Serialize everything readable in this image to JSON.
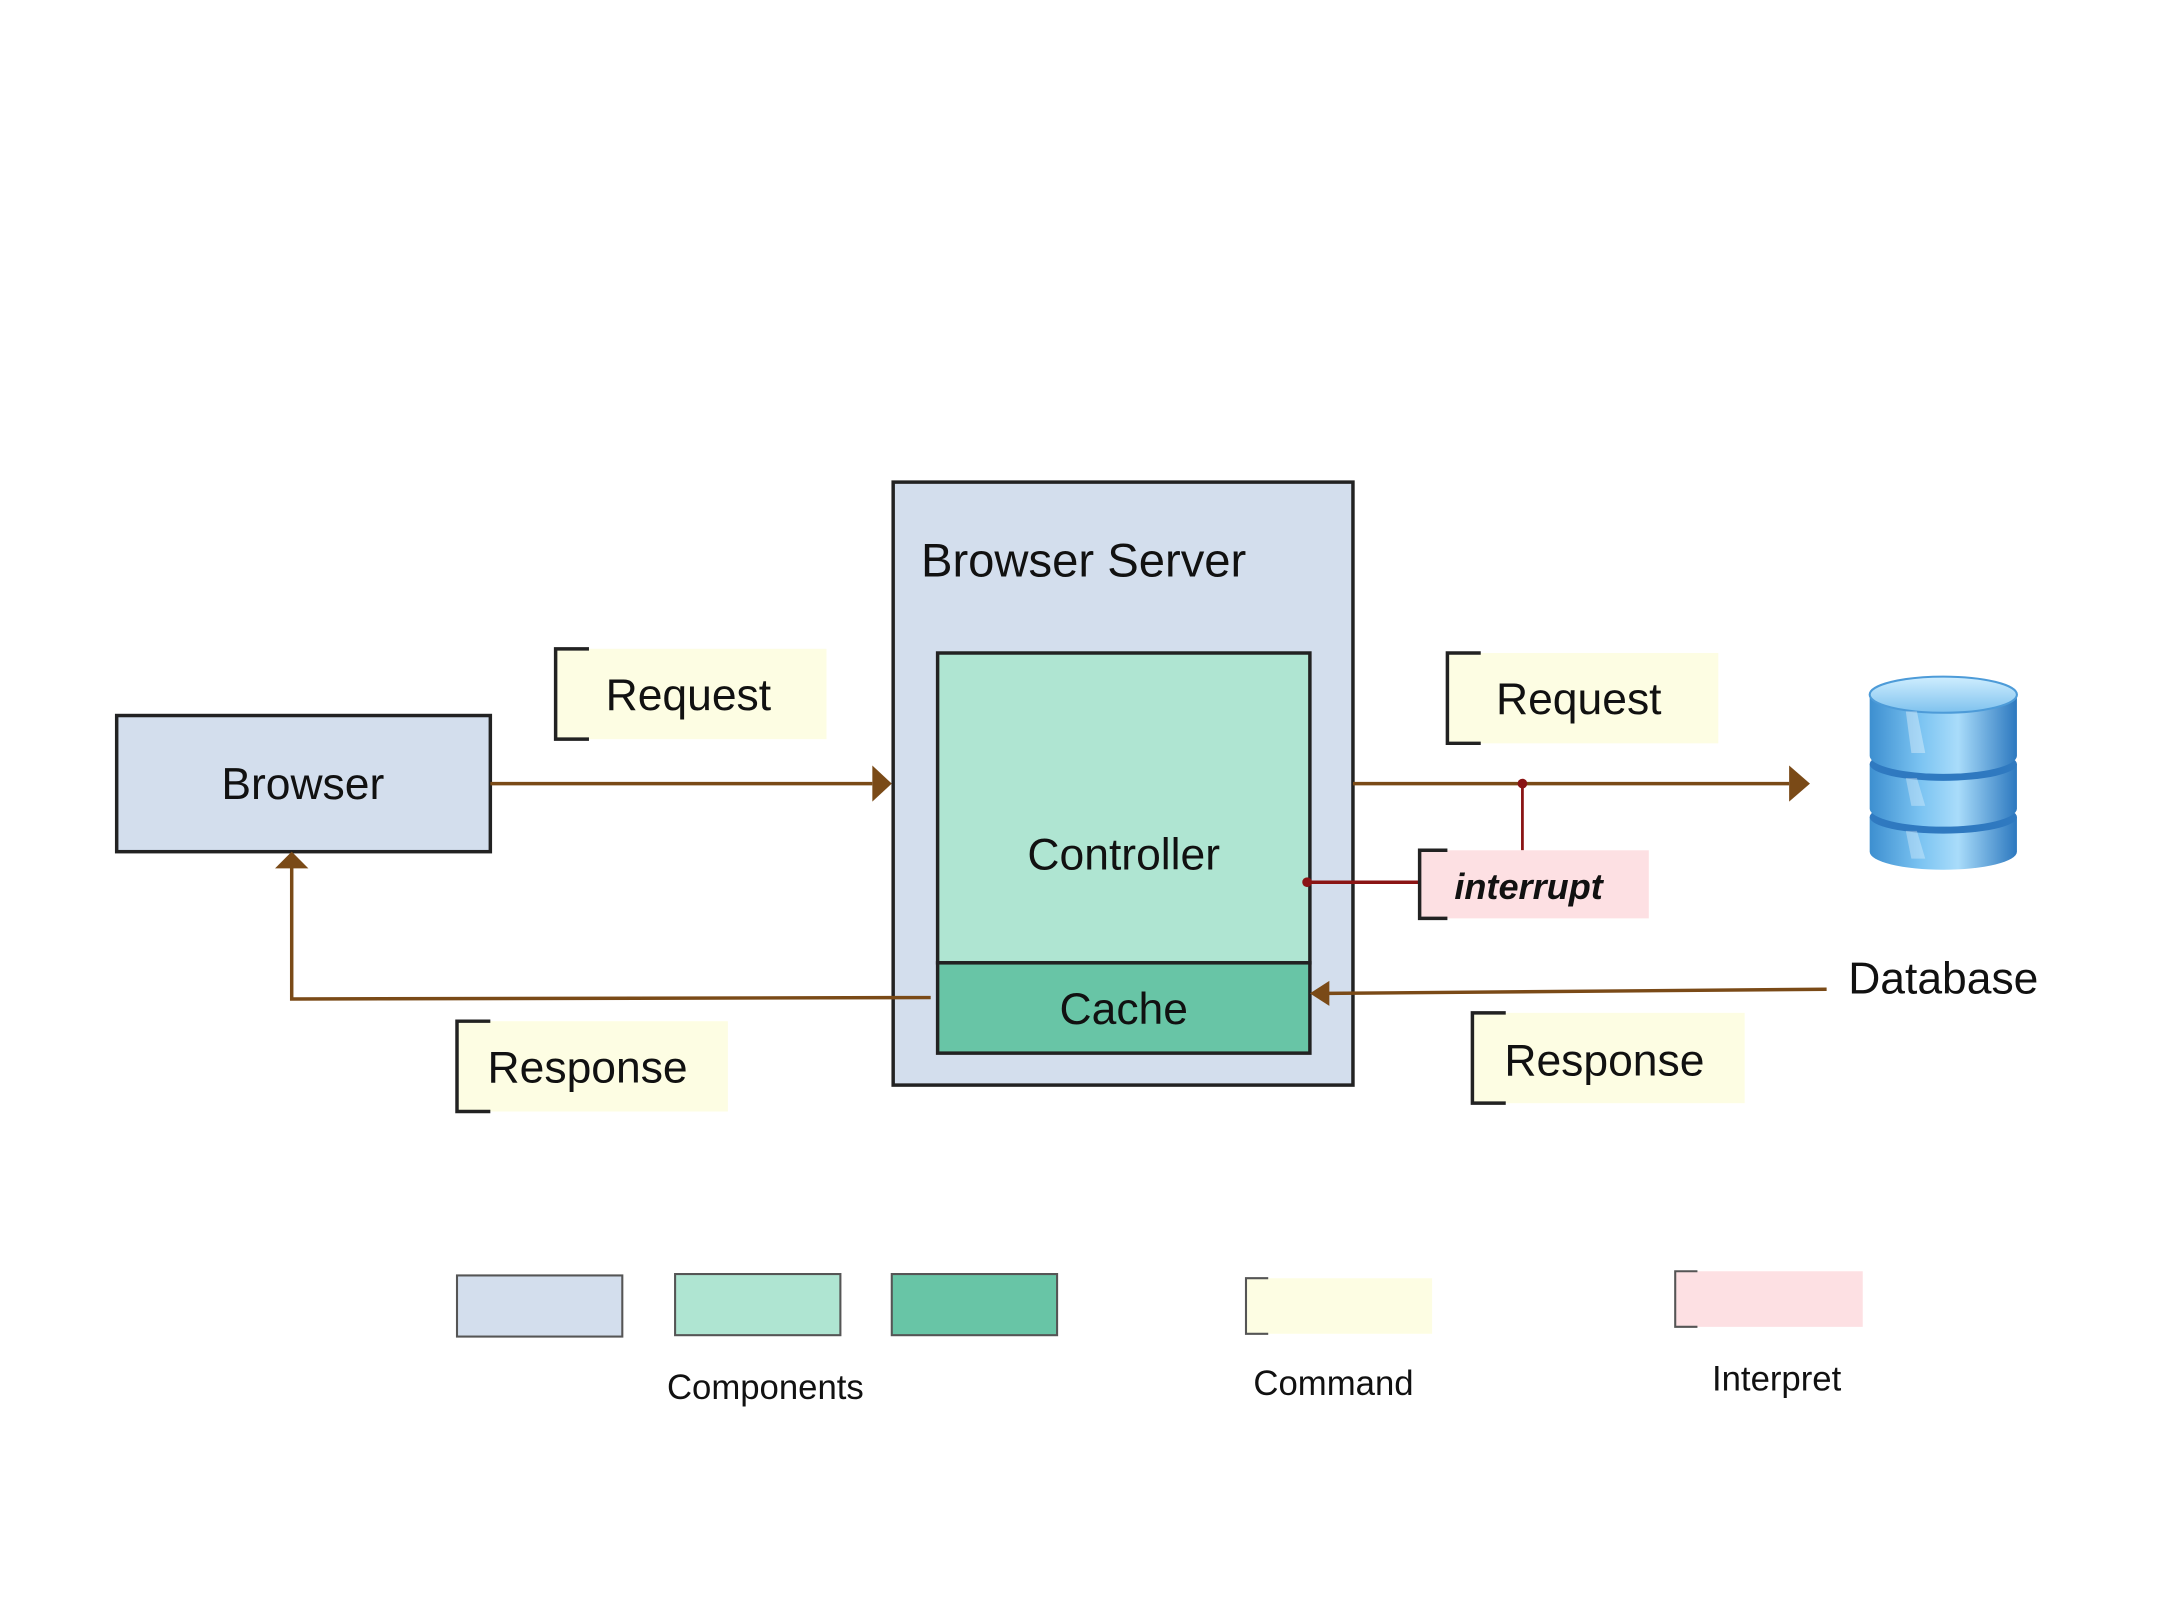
{
  "diagram": {
    "nodes": {
      "browser": {
        "label": "Browser"
      },
      "server": {
        "label": "Browser Server"
      },
      "controller": {
        "label": "Controller"
      },
      "cache": {
        "label": "Cache"
      },
      "database": {
        "label": "Database"
      }
    },
    "edges": {
      "request_left": {
        "label": "Request"
      },
      "response_left": {
        "label": "Response"
      },
      "request_right": {
        "label": "Request"
      },
      "response_right": {
        "label": "Response"
      },
      "interrupt": {
        "label": "interrupt"
      }
    }
  },
  "legend": {
    "components_label": "Components",
    "command_label": "Command",
    "interpret_label": "Interpret"
  },
  "colors": {
    "component_light_blue": "#d3deed",
    "component_mint": "#afe5d2",
    "component_teal": "#68c5a6",
    "command_yellow": "#fdfde3",
    "interpret_pink": "#fde0e3",
    "arrow_brown": "#7a4a17",
    "interrupt_red": "#8a1414"
  }
}
